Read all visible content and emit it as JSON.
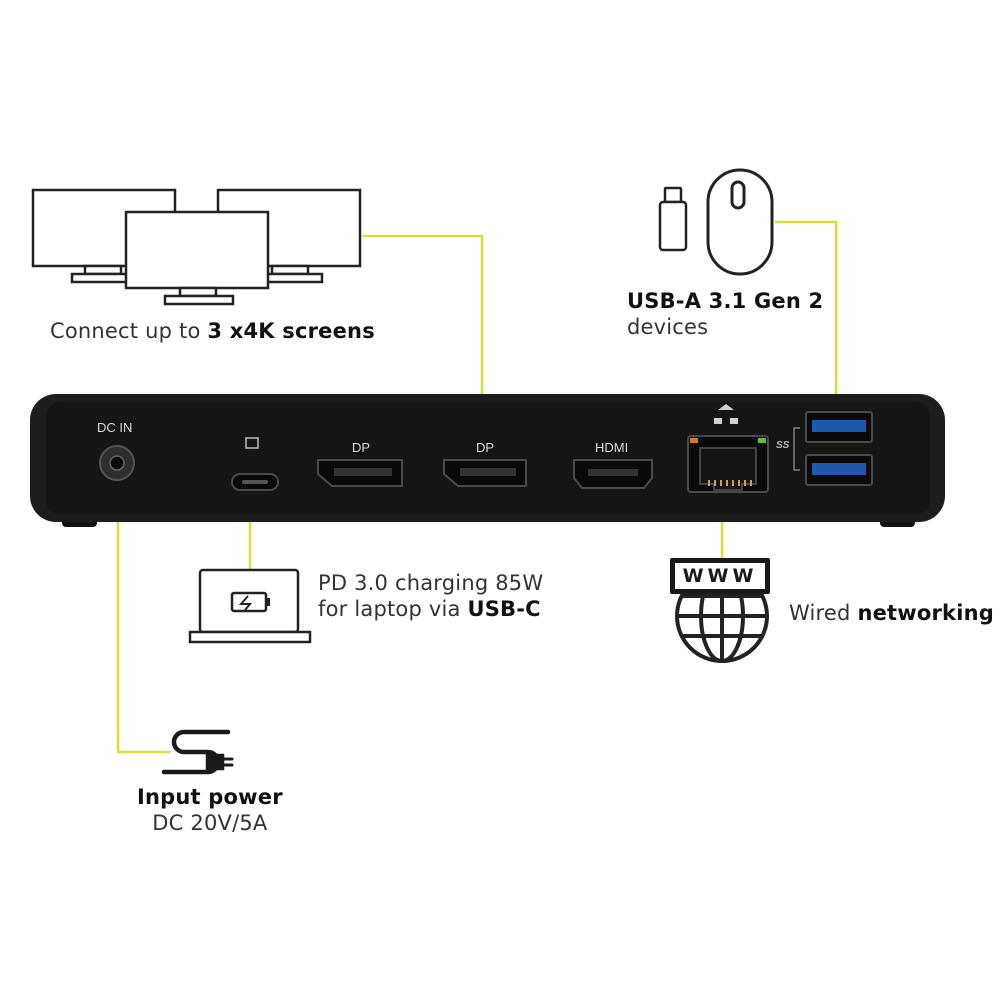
{
  "colors": {
    "accent_line": "#d9de3a",
    "dock_body": "#1c1c1c",
    "icon_stroke": "#222222"
  },
  "icons": [
    "monitor-icon",
    "usb-stick-icon",
    "mouse-icon",
    "laptop-charging-icon",
    "globe-icon",
    "power-plug-icon",
    "ethernet-icon",
    "usb-c-icon"
  ],
  "captions": {
    "screens": {
      "text": "Connect up to ",
      "bold": "3 x4K screens"
    },
    "usb_a": {
      "bold": "USB-A 3.1 Gen 2",
      "text": "devices"
    },
    "charging": {
      "line1": "PD 3.0 charging 85W",
      "line2_text": "for laptop via ",
      "line2_bold": "USB-C"
    },
    "network": {
      "text": "Wired ",
      "bold": "networking"
    },
    "power": {
      "bold": "Input power",
      "text": "DC 20V/5A"
    }
  },
  "dock": {
    "ports": {
      "dc_in": "DC IN",
      "dp1": "DP",
      "dp2": "DP",
      "hdmi": "HDMI",
      "usb_badge": "SS"
    }
  },
  "network_icon": {
    "label": "WWW"
  }
}
